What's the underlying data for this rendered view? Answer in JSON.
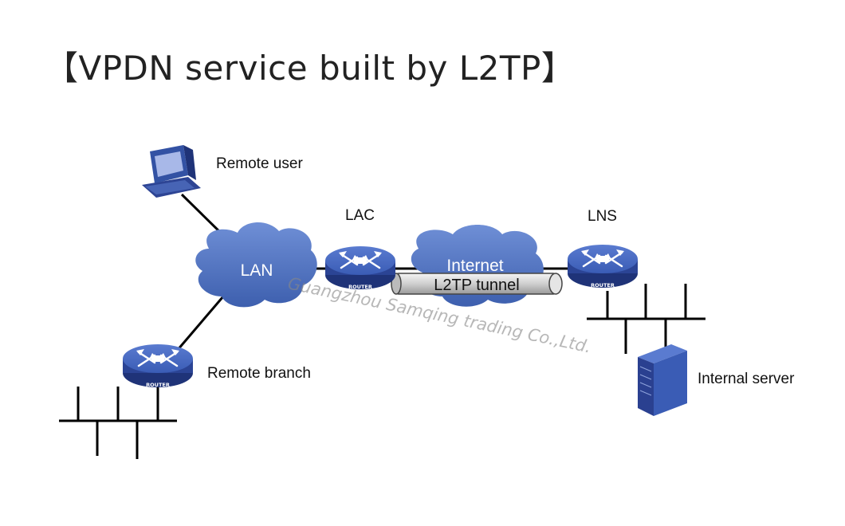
{
  "title": "【VPDN service built by L2TP】",
  "labels": {
    "remote_user": "Remote user",
    "lac": "LAC",
    "lns": "LNS",
    "lan": "LAN",
    "internet": "Internet",
    "l2tp_tunnel": "L2TP tunnel",
    "remote_branch": "Remote branch",
    "internal_server": "Internal server",
    "router": "ROUTER"
  },
  "watermark": "Guangzhou Samqing trading Co.,Ltd.",
  "colors": {
    "network_blue": "#4a6cb8",
    "router_dark": "#233a80",
    "tunnel_gray": "#cfcfcf",
    "line": "#000000"
  },
  "icons": {
    "remote_user": "desktop-computer-icon",
    "router": "router-icon",
    "server": "server-tower-icon",
    "cloud": "cloud-icon"
  }
}
